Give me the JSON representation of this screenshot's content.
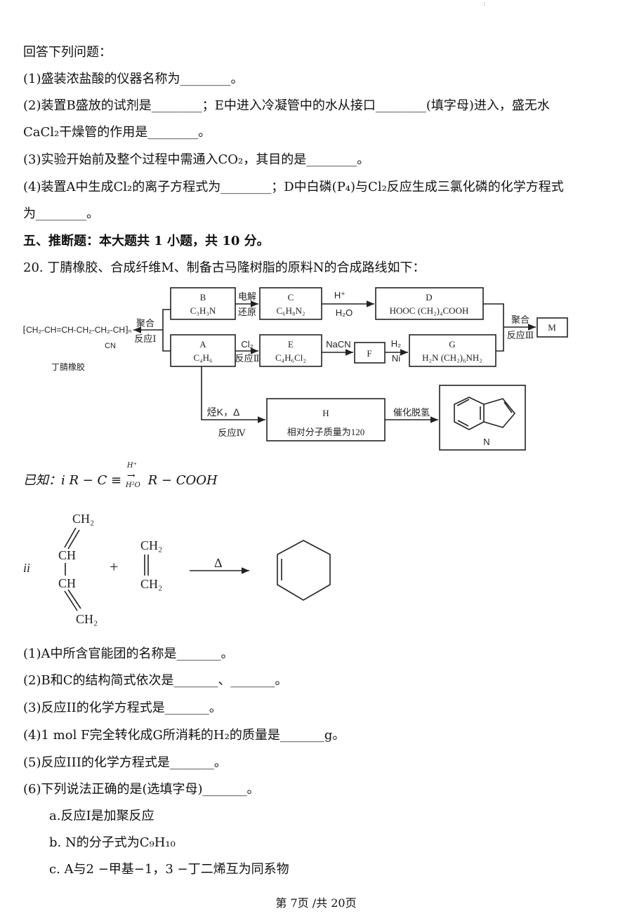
{
  "corner_mark": ":",
  "section4": {
    "intro": "回答下列问题：",
    "q1": "(1)盛装浓盐酸的仪器名称为________。",
    "q2a": "(2)装置B盛放的试剂是________；E中进入冷凝管中的水从接口________(填字母)进入，盛无水",
    "q2b": "CaCl₂干燥管的作用是________。",
    "q3": "(3)实验开始前及整个过程中需通入CO₂，其目的是________。",
    "q4a": "(4)装置A中生成Cl₂的离子方程式为________；D中白磷(P₄)与Cl₂反应生成三氯化磷的化学方程式",
    "q4b": "为________。"
  },
  "section5": {
    "heading": "五、推断题：本大题共 1 小题，共 10 分。",
    "q20": "20. 丁腈橡胶、合成纤维M、制备古马隆树脂的原料N的合成路线如下："
  },
  "diagram": {
    "polymer": "⁅CH₂-CH=CH-CH₂-CH₂-CH⁆ₙ",
    "polymer_cn": "CN",
    "polymer_name": "丁腈橡胶",
    "r1_top": "聚合",
    "r1_bot": "反应Ⅰ",
    "B_label": "B",
    "B_formula": "C₃H₃N",
    "BC_top": "电解",
    "BC_bot": "还原",
    "C_label": "C",
    "C_formula": "C₆H₈N₂",
    "CD_top": "H⁺",
    "CD_bot": "H₂O",
    "D_label": "D",
    "D_formula": "HOOC (CH₂)₄COOH",
    "r3_top": "聚合",
    "r3_bot": "反应Ⅲ",
    "M_label": "M",
    "A_label": "A",
    "A_formula": "C₄H₆",
    "AE_top": "Cl₂",
    "AE_bot": "反应Ⅱ",
    "E_label": "E",
    "E_formula": "C₄H₆Cl₂",
    "EF_top": "NaCN",
    "F_label": "F",
    "FG_top": "H₂",
    "FG_bot": "Ni",
    "G_label": "G",
    "G_formula": "H₂N (CH₂)₆NH₂",
    "AH_top": "烃K，Δ",
    "AH_bot": "反应Ⅳ",
    "H_label": "H",
    "H_desc": "相对分子质量为120",
    "HN_top": "催化脱氢",
    "N_label": "N"
  },
  "known": {
    "i": "已知：i   R − C ≡",
    "i_top": "H⁺",
    "i_bot": "H²O",
    "i_rhs": "R − COOH",
    "ii": "ii",
    "ch2_1": "CH₂",
    "ch_1": "CH",
    "ch_2": "CH",
    "ch2_2": "CH₂",
    "plus": "+",
    "ch2_3": "CH₂",
    "ch2_4": "CH₂",
    "delta": "Δ"
  },
  "questions": {
    "q1": "(1)A中所含官能团的名称是_______。",
    "q2": "(2)B和C的结构简式依次是_______、_______。",
    "q3": "(3)反应II的化学方程式是_______。",
    "q4": "(4)1 mol F完全转化成G所消耗的H₂的质量是_______g。",
    "q5": "(5)反应III的化学方程式是_______。",
    "q6": "(6)下列说法正确的是(选填字母)_______。",
    "opt_a": "a.反应I是加聚反应",
    "opt_b": "b. N的分子式为C₉H₁₀",
    "opt_c": "c. A与2 −甲基−1，3 −丁二烯互为同系物"
  },
  "footer": "第 7页 /共 20页"
}
